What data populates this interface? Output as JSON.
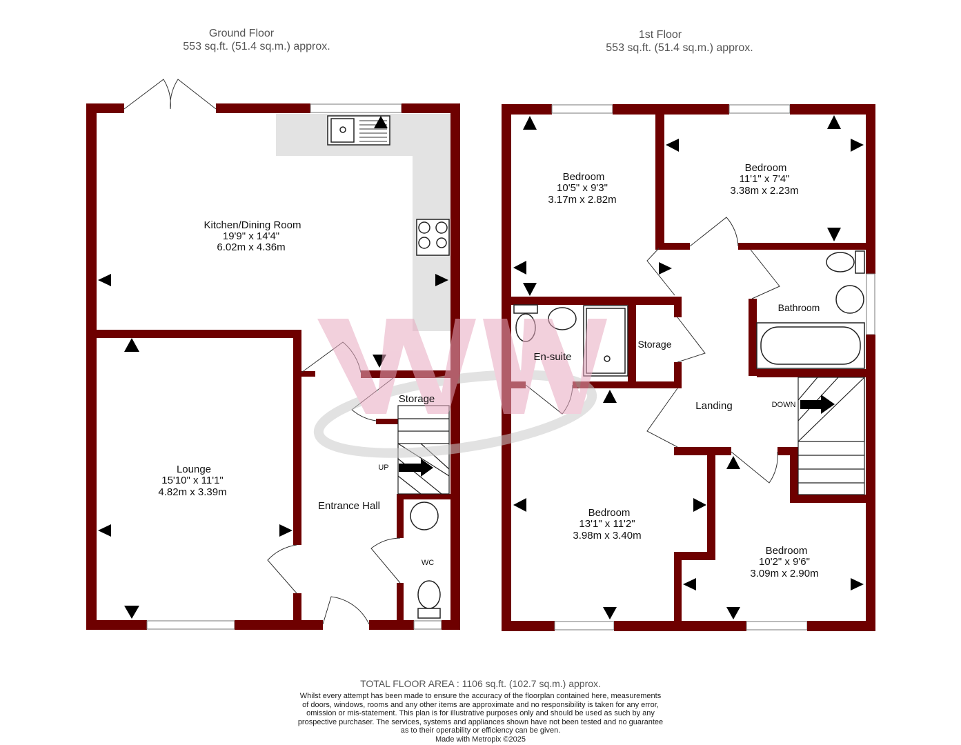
{
  "ground_floor": {
    "title": "Ground Floor",
    "area": "553 sq.ft. (51.4 sq.m.) approx."
  },
  "first_floor": {
    "title": "1st Floor",
    "area": "553 sq.ft. (51.4 sq.m.) approx."
  },
  "rooms": {
    "kitchen": {
      "name": "Kitchen/Dining Room",
      "imperial": "19'9\"  x 14'4\"",
      "metric": "6.02m  x 4.36m"
    },
    "lounge": {
      "name": "Lounge",
      "imperial": "15'10\"  x 11'1\"",
      "metric": "4.82m  x 3.39m"
    },
    "entrance_hall": {
      "name": "Entrance Hall"
    },
    "storage_ground": {
      "name": "Storage"
    },
    "wc": {
      "name": "WC"
    },
    "up": {
      "name": "UP"
    },
    "bedroom1": {
      "name": "Bedroom",
      "imperial": "10'5\"  x 9'3\"",
      "metric": "3.17m  x 2.82m"
    },
    "bedroom2": {
      "name": "Bedroom",
      "imperial": "11'1\"  x 7'4\"",
      "metric": "3.38m  x 2.23m"
    },
    "bedroom3": {
      "name": "Bedroom",
      "imperial": "13'1\"  x 11'2\"",
      "metric": "3.98m  x 3.40m"
    },
    "bedroom4": {
      "name": "Bedroom",
      "imperial": "10'2\"  x 9'6\"",
      "metric": "3.09m  x 2.90m"
    },
    "ensuite": {
      "name": "En-suite"
    },
    "storage_first": {
      "name": "Storage"
    },
    "bathroom": {
      "name": "Bathroom"
    },
    "landing": {
      "name": "Landing"
    },
    "down": {
      "name": "DOWN"
    }
  },
  "footer": {
    "total": "TOTAL FLOOR AREA : 1106 sq.ft. (102.7 sq.m.) approx.",
    "disclaimer": [
      "Whilst every attempt has been made to ensure the accuracy of the floorplan contained here, measurements",
      "of doors, windows, rooms and any other items are approximate and no responsibility is taken for any error,",
      "omission or mis-statement. This plan is for illustrative purposes only and should be used as such by any",
      "prospective purchaser. The services, systems and appliances shown have not been tested and no guarantee",
      "as to their operability or efficiency can be given."
    ],
    "credit": "Made with Metropix ©2025"
  },
  "colors": {
    "wall": "#6e0000",
    "counter": "#e3e3e3",
    "watermark": "#e8a9c0"
  }
}
